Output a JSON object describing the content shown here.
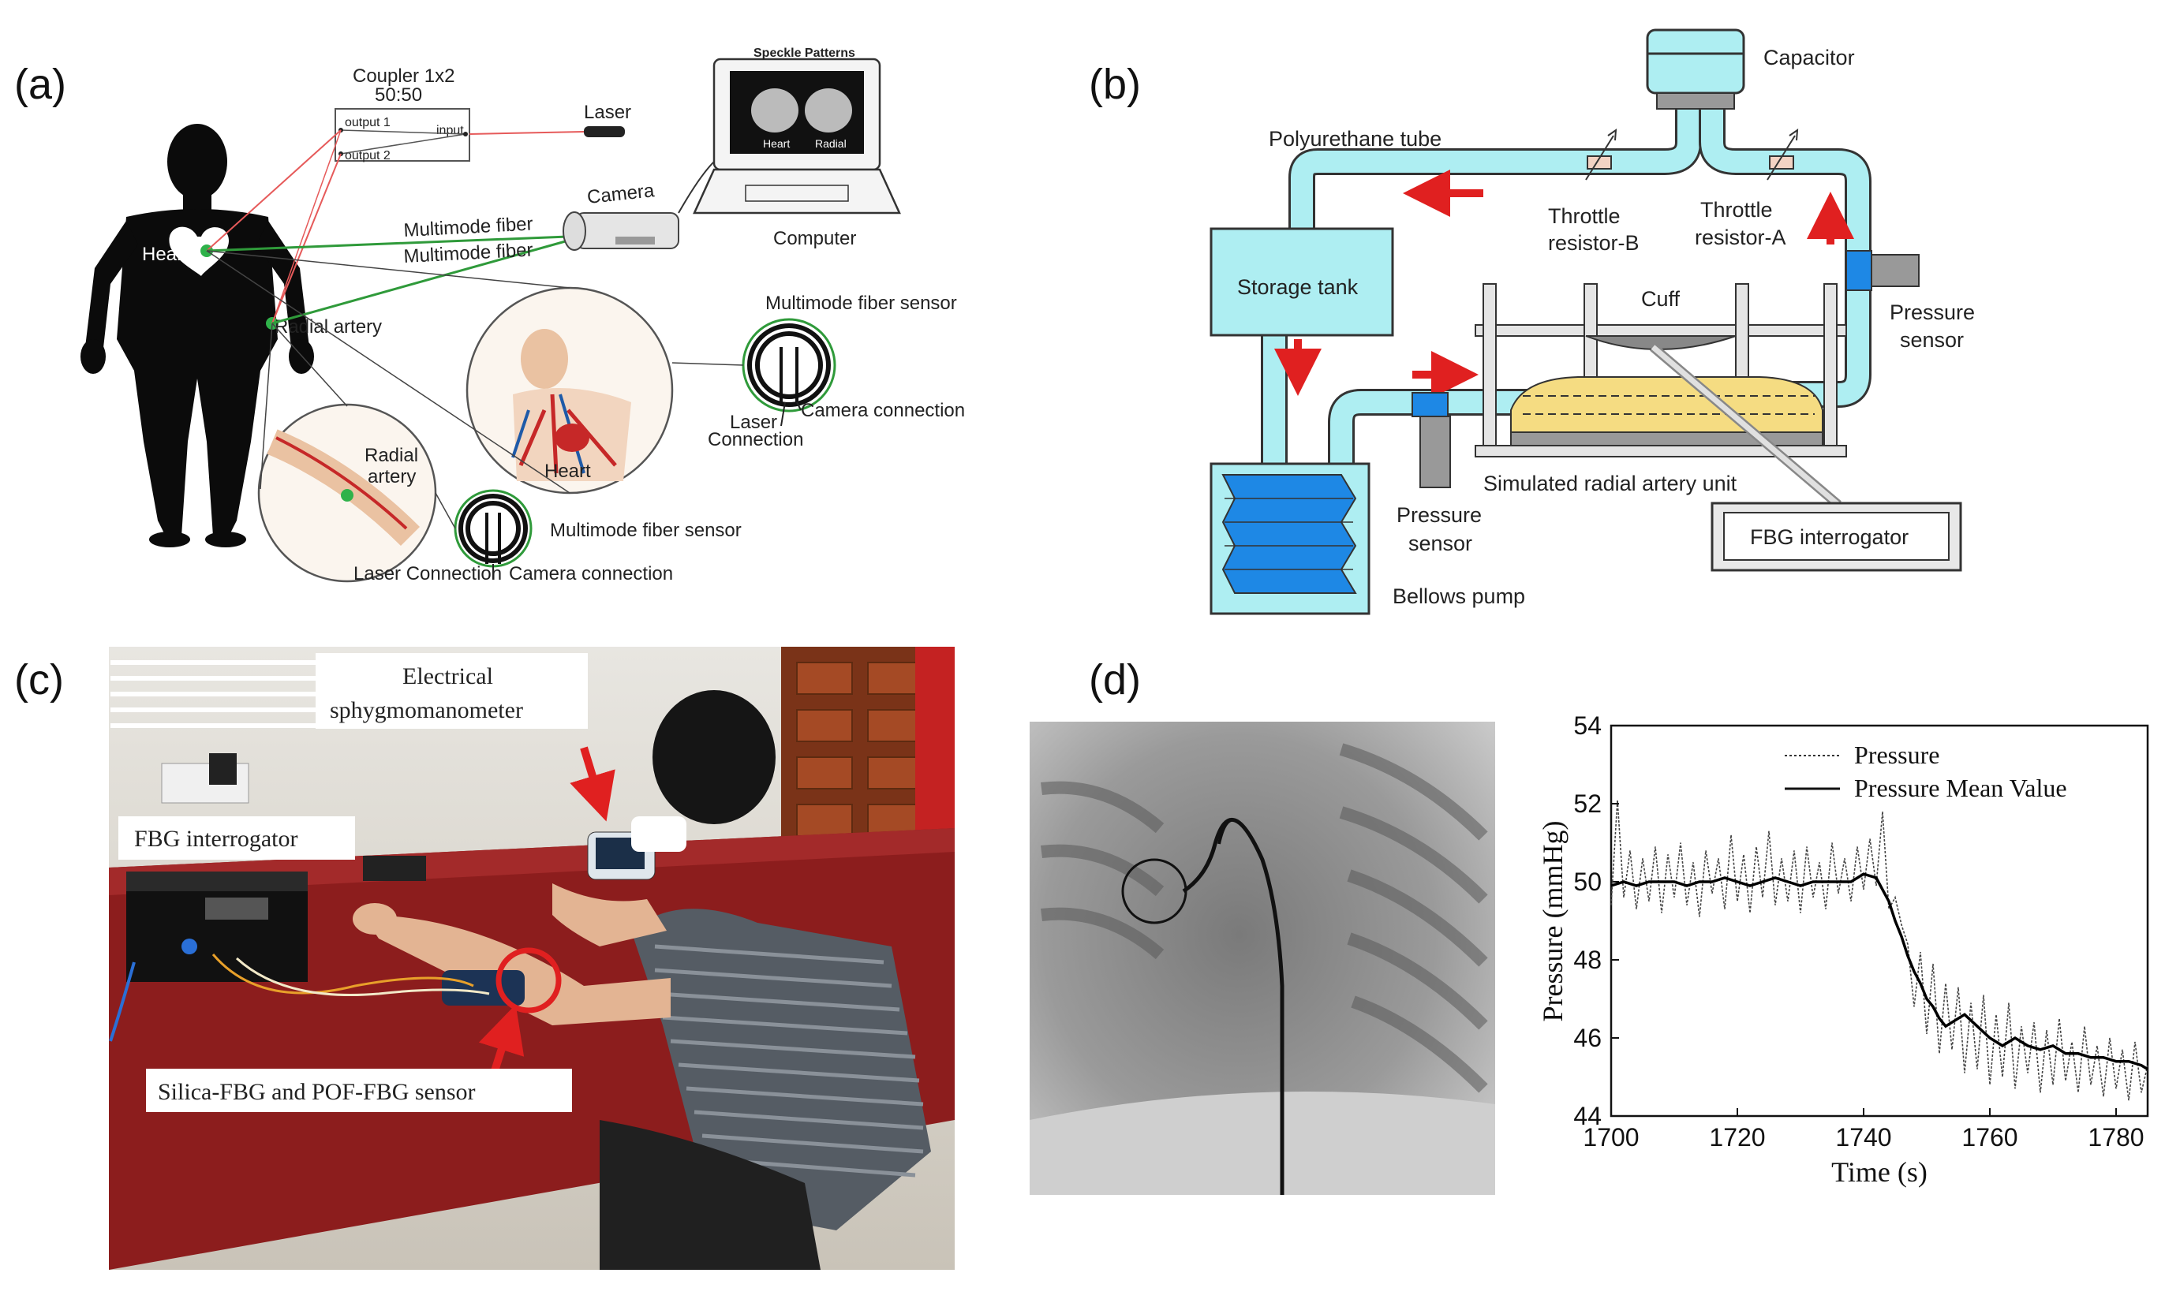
{
  "panels": {
    "a": {
      "letter": "(a)",
      "coupler_title": "Coupler 1x2",
      "coupler_ratio": "50:50",
      "output1": "output 1",
      "output2": "output 2",
      "input": "input",
      "laser": "Laser",
      "speckle_patterns": "Speckle Patterns",
      "screen_heart": "Heart",
      "screen_radial": "Radial",
      "computer": "Computer",
      "camera": "Camera",
      "multimode_fiber_1": "Multimode fiber",
      "multimode_fiber_2": "Multimode fiber",
      "heart": "Heart",
      "radial_artery": "Radial artery",
      "mm_sensor_top": "Multimode fiber sensor",
      "laser_connection_line1": "Laser",
      "laser_connection_line2": "Connection",
      "camera_connection_top": "Camera connection",
      "heart_inset": "Heart",
      "radial_artery_inset_1": "Radial",
      "radial_artery_inset_2": "artery",
      "mm_sensor_bottom": "Multimode fiber sensor",
      "laser_connection_bottom": "Laser Connection",
      "camera_connection_bottom": "Camera connection"
    },
    "b": {
      "letter": "(b)",
      "capacitor": "Capacitor",
      "polyurethane_tube": "Polyurethane tube",
      "throttle_b_1": "Throttle",
      "throttle_b_2": "resistor-B",
      "throttle_a_1": "Throttle",
      "throttle_a_2": "resistor-A",
      "storage_tank": "Storage tank",
      "cuff": "Cuff",
      "pressure_sensor_right_1": "Pressure",
      "pressure_sensor_right_2": "sensor",
      "simulated_unit": "Simulated radial artery unit",
      "pressure_sensor_left_1": "Pressure",
      "pressure_sensor_left_2": "sensor",
      "fbg_interrogator": "FBG interrogator",
      "bellows_pump": "Bellows pump"
    },
    "c": {
      "letter": "(c)",
      "sphygmo_1": "Electrical",
      "sphygmo_2": "sphygmomanometer",
      "fbg_interrogator": "FBG interrogator",
      "sensor_label": "Silica-FBG and POF-FBG sensor"
    },
    "d": {
      "letter": "(d)"
    }
  },
  "chart_data": {
    "type": "line",
    "title": "",
    "xlabel": "Time (s)",
    "ylabel": "Pressure (mmHg)",
    "xlim": [
      1700,
      1785
    ],
    "ylim": [
      44,
      54
    ],
    "xticks": [
      1700,
      1720,
      1740,
      1760,
      1780
    ],
    "yticks": [
      44,
      46,
      48,
      50,
      52,
      54
    ],
    "legend_position": "top-right",
    "series": [
      {
        "name": "Pressure",
        "style": "dotted",
        "x": [
          1700,
          1701,
          1702,
          1703,
          1704,
          1705,
          1706,
          1707,
          1708,
          1709,
          1710,
          1711,
          1712,
          1713,
          1714,
          1715,
          1716,
          1717,
          1718,
          1719,
          1720,
          1721,
          1722,
          1723,
          1724,
          1725,
          1726,
          1727,
          1728,
          1729,
          1730,
          1731,
          1732,
          1733,
          1734,
          1735,
          1736,
          1737,
          1738,
          1739,
          1740,
          1741,
          1742,
          1743,
          1744,
          1745,
          1746,
          1747,
          1748,
          1749,
          1750,
          1751,
          1752,
          1753,
          1754,
          1755,
          1756,
          1757,
          1758,
          1759,
          1760,
          1761,
          1762,
          1763,
          1764,
          1765,
          1766,
          1767,
          1768,
          1769,
          1770,
          1771,
          1772,
          1773,
          1774,
          1775,
          1776,
          1777,
          1778,
          1779,
          1780,
          1781,
          1782,
          1783,
          1784,
          1785
        ],
        "y": [
          49.4,
          52.1,
          49.6,
          50.8,
          49.3,
          50.6,
          49.5,
          50.9,
          49.2,
          50.7,
          49.6,
          51.0,
          49.4,
          50.5,
          49.1,
          50.8,
          49.7,
          50.6,
          49.3,
          51.2,
          49.5,
          50.7,
          49.2,
          50.9,
          49.6,
          51.3,
          49.4,
          50.6,
          49.5,
          50.8,
          49.2,
          50.9,
          49.6,
          50.5,
          49.3,
          51.0,
          49.7,
          50.6,
          49.5,
          50.9,
          49.8,
          51.1,
          49.9,
          51.8,
          49.3,
          49.6,
          48.9,
          48.4,
          46.8,
          48.2,
          46.1,
          47.9,
          45.6,
          47.4,
          45.7,
          47.3,
          45.1,
          46.9,
          45.2,
          47.1,
          44.8,
          46.6,
          45.0,
          46.9,
          44.7,
          46.3,
          45.1,
          46.4,
          44.6,
          46.2,
          44.8,
          46.5,
          44.9,
          45.9,
          44.6,
          46.3,
          44.8,
          45.8,
          44.5,
          46.0,
          44.7,
          45.7,
          44.4,
          45.9,
          44.6,
          45.3
        ]
      },
      {
        "name": "Pressure Mean Value",
        "style": "solid",
        "x": [
          1700,
          1702,
          1704,
          1706,
          1708,
          1710,
          1712,
          1714,
          1716,
          1718,
          1720,
          1722,
          1724,
          1726,
          1728,
          1730,
          1732,
          1734,
          1736,
          1738,
          1740,
          1742,
          1743,
          1744,
          1745,
          1746,
          1747,
          1748,
          1749,
          1750,
          1751,
          1752,
          1753,
          1754,
          1756,
          1758,
          1760,
          1762,
          1764,
          1766,
          1768,
          1770,
          1772,
          1774,
          1776,
          1778,
          1780,
          1782,
          1784,
          1785
        ],
        "y": [
          49.9,
          50.0,
          49.9,
          50.0,
          50.0,
          50.0,
          49.9,
          50.0,
          50.0,
          50.1,
          50.0,
          49.9,
          50.0,
          50.1,
          50.0,
          49.9,
          50.0,
          50.0,
          50.0,
          50.0,
          50.2,
          50.1,
          49.8,
          49.5,
          49.0,
          48.6,
          48.1,
          47.7,
          47.4,
          47.0,
          46.8,
          46.5,
          46.3,
          46.4,
          46.6,
          46.3,
          46.0,
          45.8,
          46.0,
          45.8,
          45.7,
          45.8,
          45.6,
          45.6,
          45.5,
          45.5,
          45.4,
          45.4,
          45.3,
          45.2
        ]
      }
    ]
  }
}
